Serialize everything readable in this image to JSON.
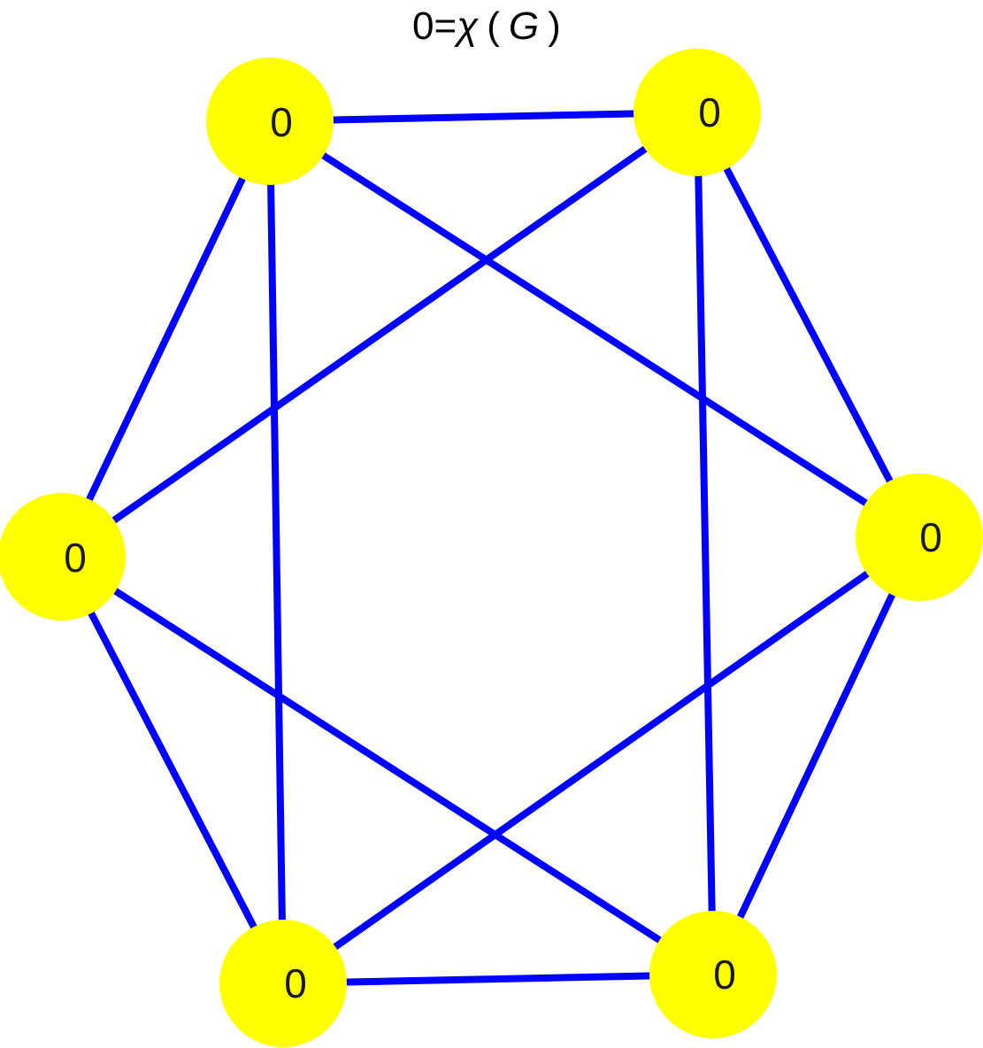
{
  "title": {
    "value": "0",
    "equals": "=",
    "chi": "χ",
    "open": "(",
    "graph": "G",
    "close": ")"
  },
  "colors": {
    "edge": "#0000ff",
    "node": "#ffff00",
    "label": "#1a1a1a"
  },
  "graph": {
    "nodes": [
      {
        "id": "top-left",
        "label": "0"
      },
      {
        "id": "top-right",
        "label": "0"
      },
      {
        "id": "left",
        "label": "0"
      },
      {
        "id": "right",
        "label": "0"
      },
      {
        "id": "bottom-left",
        "label": "0"
      },
      {
        "id": "bottom-right",
        "label": "0"
      }
    ],
    "edges": [
      [
        "top-left",
        "top-right"
      ],
      [
        "top-left",
        "left"
      ],
      [
        "top-left",
        "bottom-left"
      ],
      [
        "top-left",
        "right"
      ],
      [
        "top-right",
        "left"
      ],
      [
        "top-right",
        "right"
      ],
      [
        "top-right",
        "bottom-right"
      ],
      [
        "left",
        "bottom-left"
      ],
      [
        "left",
        "bottom-right"
      ],
      [
        "right",
        "bottom-left"
      ],
      [
        "right",
        "bottom-right"
      ],
      [
        "bottom-left",
        "bottom-right"
      ]
    ]
  }
}
